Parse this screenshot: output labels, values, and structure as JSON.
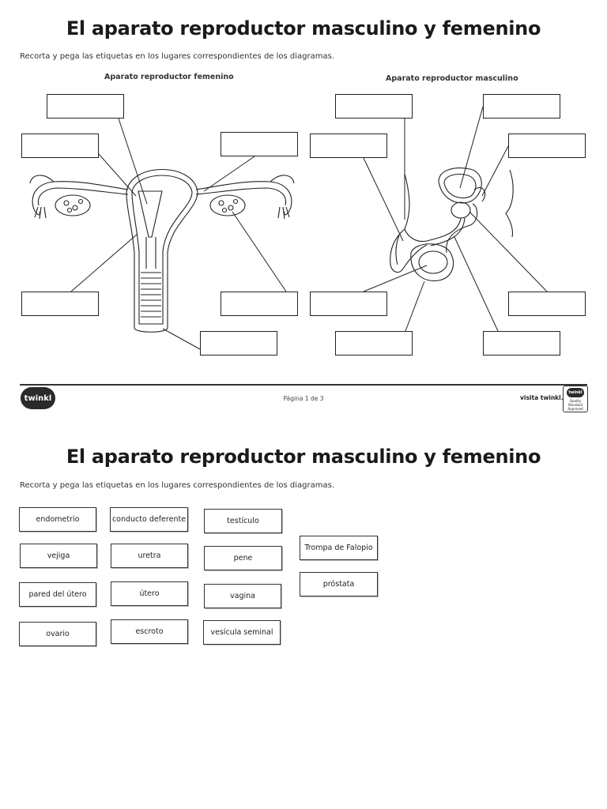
{
  "page1": {
    "title": "El aparato reproductor masculino y femenino",
    "instructions": "Recorta y pega las etiquetas en los lugares correspondientes de los diagramas.",
    "female_heading": "Aparato reproductor femenino",
    "male_heading": "Aparato reproductor masculino"
  },
  "footer": {
    "logo_text": "twinkl",
    "page_label": "Página 1 de 3",
    "visit_text": "visita twinkl.es",
    "badge_logo": "twinkl",
    "badge_text": "Quality Standard Approved"
  },
  "page2": {
    "title": "El aparato reproductor masculino y femenino",
    "instructions": "Recorta y pega las etiquetas en los lugares correspondientes de los diagramas.",
    "labels": [
      "endometrio",
      "vejiga",
      "pared del útero",
      "ovario",
      "conducto deferente",
      "uretra",
      "útero",
      "escroto",
      "testículo",
      "pene",
      "vagina",
      "vesícula seminal",
      "Trompa de Falopio",
      "próstata"
    ]
  }
}
